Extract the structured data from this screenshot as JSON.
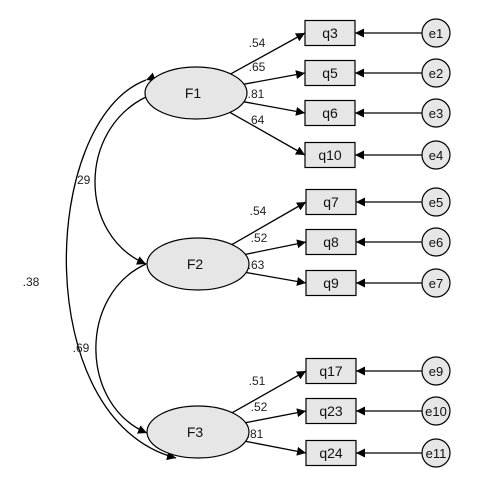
{
  "factors": [
    {
      "id": "F1",
      "label": "F1"
    },
    {
      "id": "F2",
      "label": "F2"
    },
    {
      "id": "F3",
      "label": "F3"
    }
  ],
  "items": [
    {
      "id": "q3",
      "label": "q3",
      "factor": "F1",
      "loading": ".54",
      "error": "e1"
    },
    {
      "id": "q5",
      "label": "q5",
      "factor": "F1",
      "loading": ".65",
      "error": "e2"
    },
    {
      "id": "q6",
      "label": "q6",
      "factor": "F1",
      "loading": ".81",
      "error": "e3"
    },
    {
      "id": "q10",
      "label": "q10",
      "factor": "F1",
      "loading": ".64",
      "error": "e4"
    },
    {
      "id": "q7",
      "label": "q7",
      "factor": "F2",
      "loading": ".54",
      "error": "e5"
    },
    {
      "id": "q8",
      "label": "q8",
      "factor": "F2",
      "loading": ".52",
      "error": "e6"
    },
    {
      "id": "q9",
      "label": "q9",
      "factor": "F2",
      "loading": ".63",
      "error": "e7"
    },
    {
      "id": "q17",
      "label": "q17",
      "factor": "F3",
      "loading": ".51",
      "error": "e9"
    },
    {
      "id": "q23",
      "label": "q23",
      "factor": "F3",
      "loading": ".52",
      "error": "e10"
    },
    {
      "id": "q24",
      "label": "q24",
      "factor": "F3",
      "loading": ".81",
      "error": "e11"
    }
  ],
  "correlations": [
    {
      "from": "F1",
      "to": "F2",
      "value": ".29"
    },
    {
      "from": "F2",
      "to": "F3",
      "value": ".69"
    },
    {
      "from": "F1",
      "to": "F3",
      "value": ".38"
    }
  ]
}
